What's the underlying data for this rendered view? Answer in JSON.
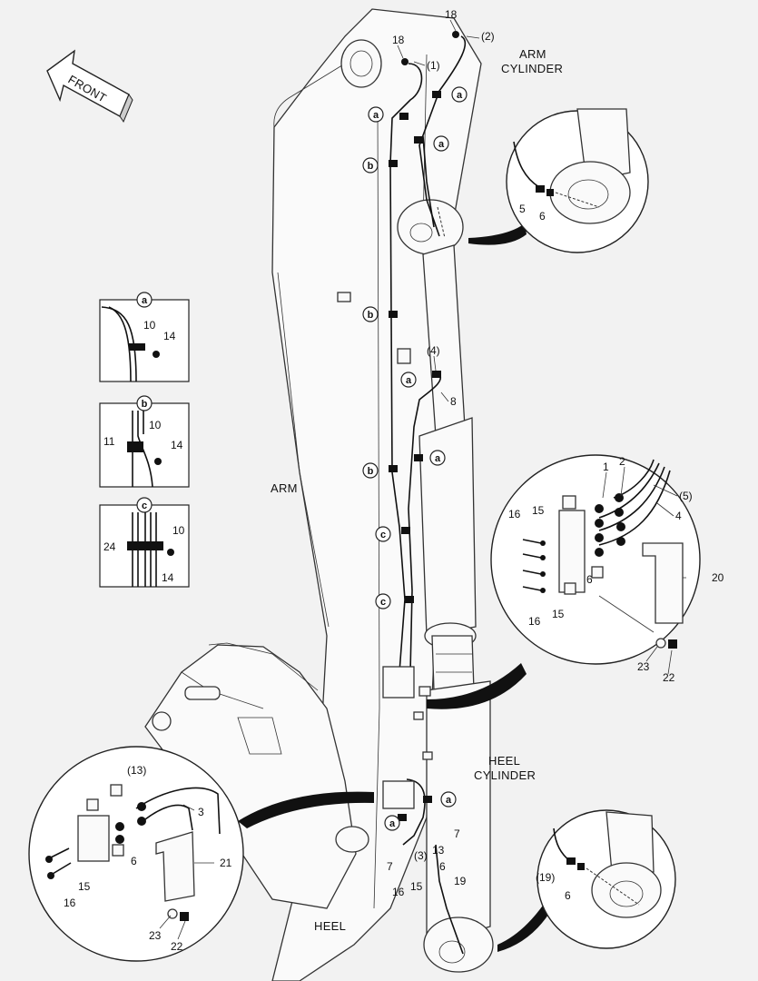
{
  "labels": {
    "front": "FRONT",
    "arm": "ARM",
    "arm_cylinder_1": "ARM",
    "arm_cylinder_2": "CYLINDER",
    "heel_cylinder_1": "HEEL",
    "heel_cylinder_2": "CYLINDER",
    "heel": "HEEL"
  },
  "inset_a": {
    "letter": "a",
    "parts": [
      "10",
      "14"
    ]
  },
  "inset_b": {
    "letter": "b",
    "parts": [
      "11",
      "10",
      "14"
    ]
  },
  "inset_c": {
    "letter": "c",
    "parts": [
      "24",
      "10",
      "14"
    ]
  },
  "callouts": {
    "c18a": "18",
    "c18b": "18",
    "c1": "(1)",
    "c2": "(2)",
    "c4": "(4)",
    "c8": "8",
    "c5": "5",
    "c6a": "6",
    "d1": "1",
    "d2": "2",
    "d5": "(5)",
    "d4": "4",
    "d15a": "15",
    "d16a": "16",
    "d6": "6",
    "d20": "20",
    "d16b": "16",
    "d15b": "15",
    "d23": "23",
    "d22": "22",
    "e13": "(13)",
    "e3": "3",
    "e6": "6",
    "e21": "21",
    "e15": "15",
    "e16": "16",
    "e23": "23",
    "e22": "22",
    "f7a": "7",
    "f13": "13",
    "f3": "(3)",
    "f6": "6",
    "f7b": "7",
    "f15": "15",
    "f16": "16",
    "f19": "19",
    "g19": "(19)",
    "g6": "6"
  },
  "letters": {
    "a1": "a",
    "a2": "a",
    "a3": "a",
    "a4": "a",
    "a5": "a",
    "a6": "a",
    "a7": "a",
    "b1": "b",
    "b2": "b",
    "b3": "b",
    "c1": "c",
    "c2": "c"
  }
}
